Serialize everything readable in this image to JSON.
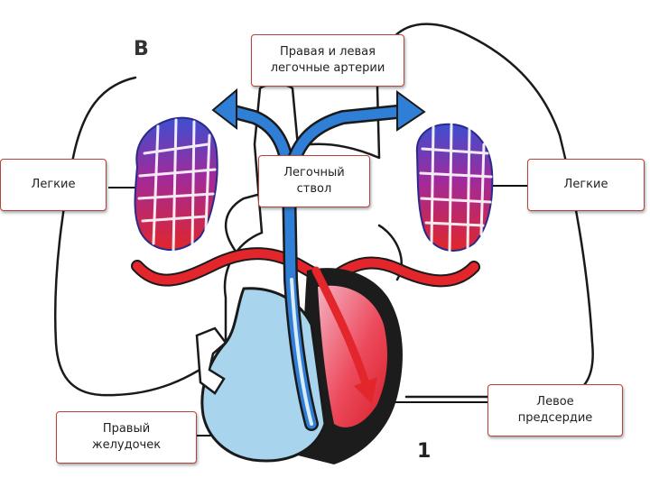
{
  "figure": {
    "letter": "В",
    "side_mark": "1"
  },
  "labels": {
    "pulmonary_arteries": "Правая и левая\nлегочные артерии",
    "lungs_left": "Легкие",
    "pulmonary_trunk": "Легочный\nствол",
    "lungs_right": "Легкие",
    "right_ventricle": "Правый\nжелудочек",
    "left_atrium": "Левое\nпредсердие"
  },
  "colors": {
    "outline": "#1a1a1a",
    "venous_blue": "#2f7fd6",
    "light_blue": "#a9d4ee",
    "arterial_red": "#e3262b",
    "heart_dark": "#1c1c1c",
    "pink": "#f2a3b5",
    "callout_border": "#b8433a"
  }
}
